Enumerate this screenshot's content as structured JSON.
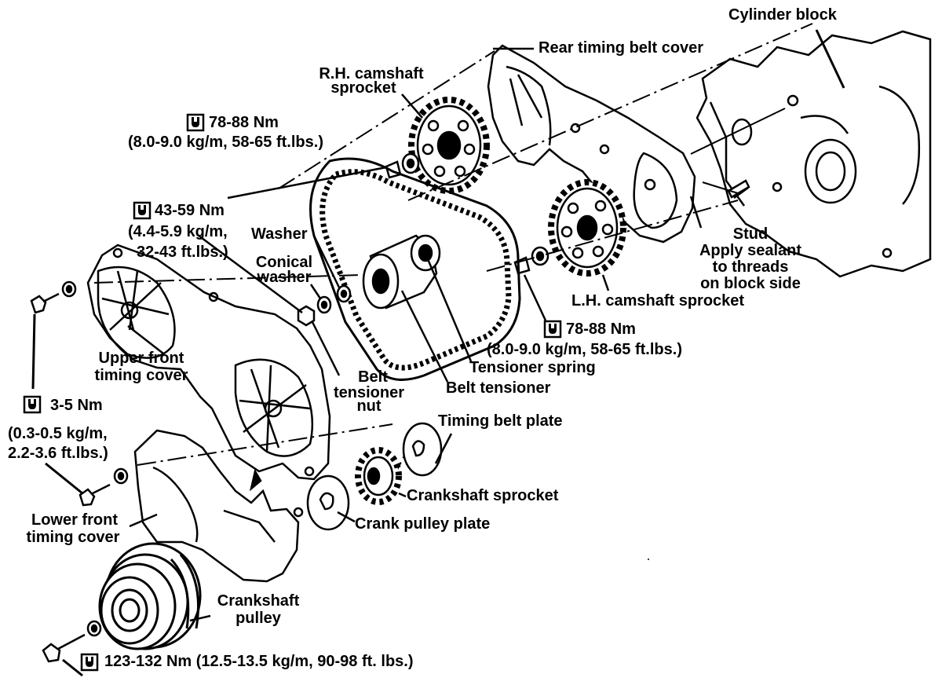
{
  "labels": {
    "cylinder_block": "Cylinder block",
    "rear_timing_belt_cover": "Rear timing belt cover",
    "rh_camshaft_sprocket_1": "R.H. camshaft",
    "rh_camshaft_sprocket_2": "sprocket",
    "washer": "Washer",
    "conical_washer_1": "Conical",
    "conical_washer_2": "washer",
    "stud_1": "Stud",
    "stud_2": "Apply sealant",
    "stud_3": "to threads",
    "stud_4": "on block side",
    "lh_camshaft_sprocket": "L.H. camshaft sprocket",
    "upper_front_cover_1": "Upper front",
    "upper_front_cover_2": "timing cover",
    "belt_tensioner_nut_1": "Belt",
    "belt_tensioner_nut_2": "tensioner",
    "belt_tensioner_nut_3": "nut",
    "tensioner_spring": "Tensioner spring",
    "belt_tensioner": "Belt tensioner",
    "timing_belt_plate": "Timing belt plate",
    "crankshaft_sprocket": "Crankshaft sprocket",
    "crank_pulley_plate": "Crank pulley plate",
    "lower_front_cover_1": "Lower front",
    "lower_front_cover_2": "timing cover",
    "crankshaft_pulley_1": "Crankshaft",
    "crankshaft_pulley_2": "pulley"
  },
  "torques": {
    "rh_cam_bolt_1": "78-88 Nm",
    "rh_cam_bolt_2": "(8.0-9.0 kg/m, 58-65 ft.lbs.)",
    "tensioner_nut_1": "43-59 Nm",
    "tensioner_nut_2": "(4.4-5.9 kg/m,",
    "tensioner_nut_3": "32-43 ft.lbs.)",
    "lh_cam_bolt_1": "78-88 Nm",
    "lh_cam_bolt_2": "(8.0-9.0 kg/m, 58-65 ft.lbs.)",
    "cover_bolt_1": "3-5 Nm",
    "cover_bolt_2": "(0.3-0.5 kg/m,",
    "cover_bolt_3": "2.2-3.6 ft.lbs.)",
    "crank_bolt": "123-132 Nm (12.5-13.5 kg/m, 90-98 ft. lbs.)"
  }
}
